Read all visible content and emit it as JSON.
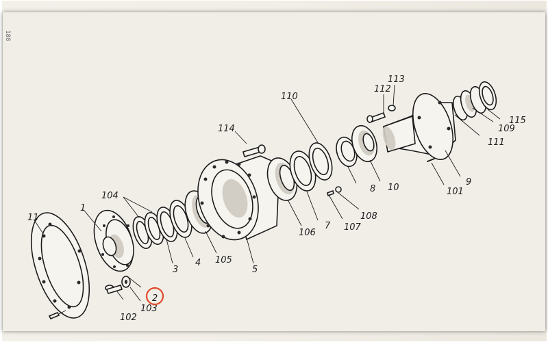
{
  "page_number": "188",
  "highlight_color": "#e04a28",
  "highlighted_label": "2",
  "callouts": [
    {
      "label": "1"
    },
    {
      "label": "2"
    },
    {
      "label": "3"
    },
    {
      "label": "4"
    },
    {
      "label": "5"
    },
    {
      "label": "7"
    },
    {
      "label": "8"
    },
    {
      "label": "9"
    },
    {
      "label": "10"
    },
    {
      "label": "11"
    },
    {
      "label": "101"
    },
    {
      "label": "102"
    },
    {
      "label": "103"
    },
    {
      "label": "104"
    },
    {
      "label": "105"
    },
    {
      "label": "106"
    },
    {
      "label": "107"
    },
    {
      "label": "108"
    },
    {
      "label": "109"
    },
    {
      "label": "110"
    },
    {
      "label": "111"
    },
    {
      "label": "112"
    },
    {
      "label": "113"
    },
    {
      "label": "114"
    },
    {
      "label": "115"
    }
  ]
}
